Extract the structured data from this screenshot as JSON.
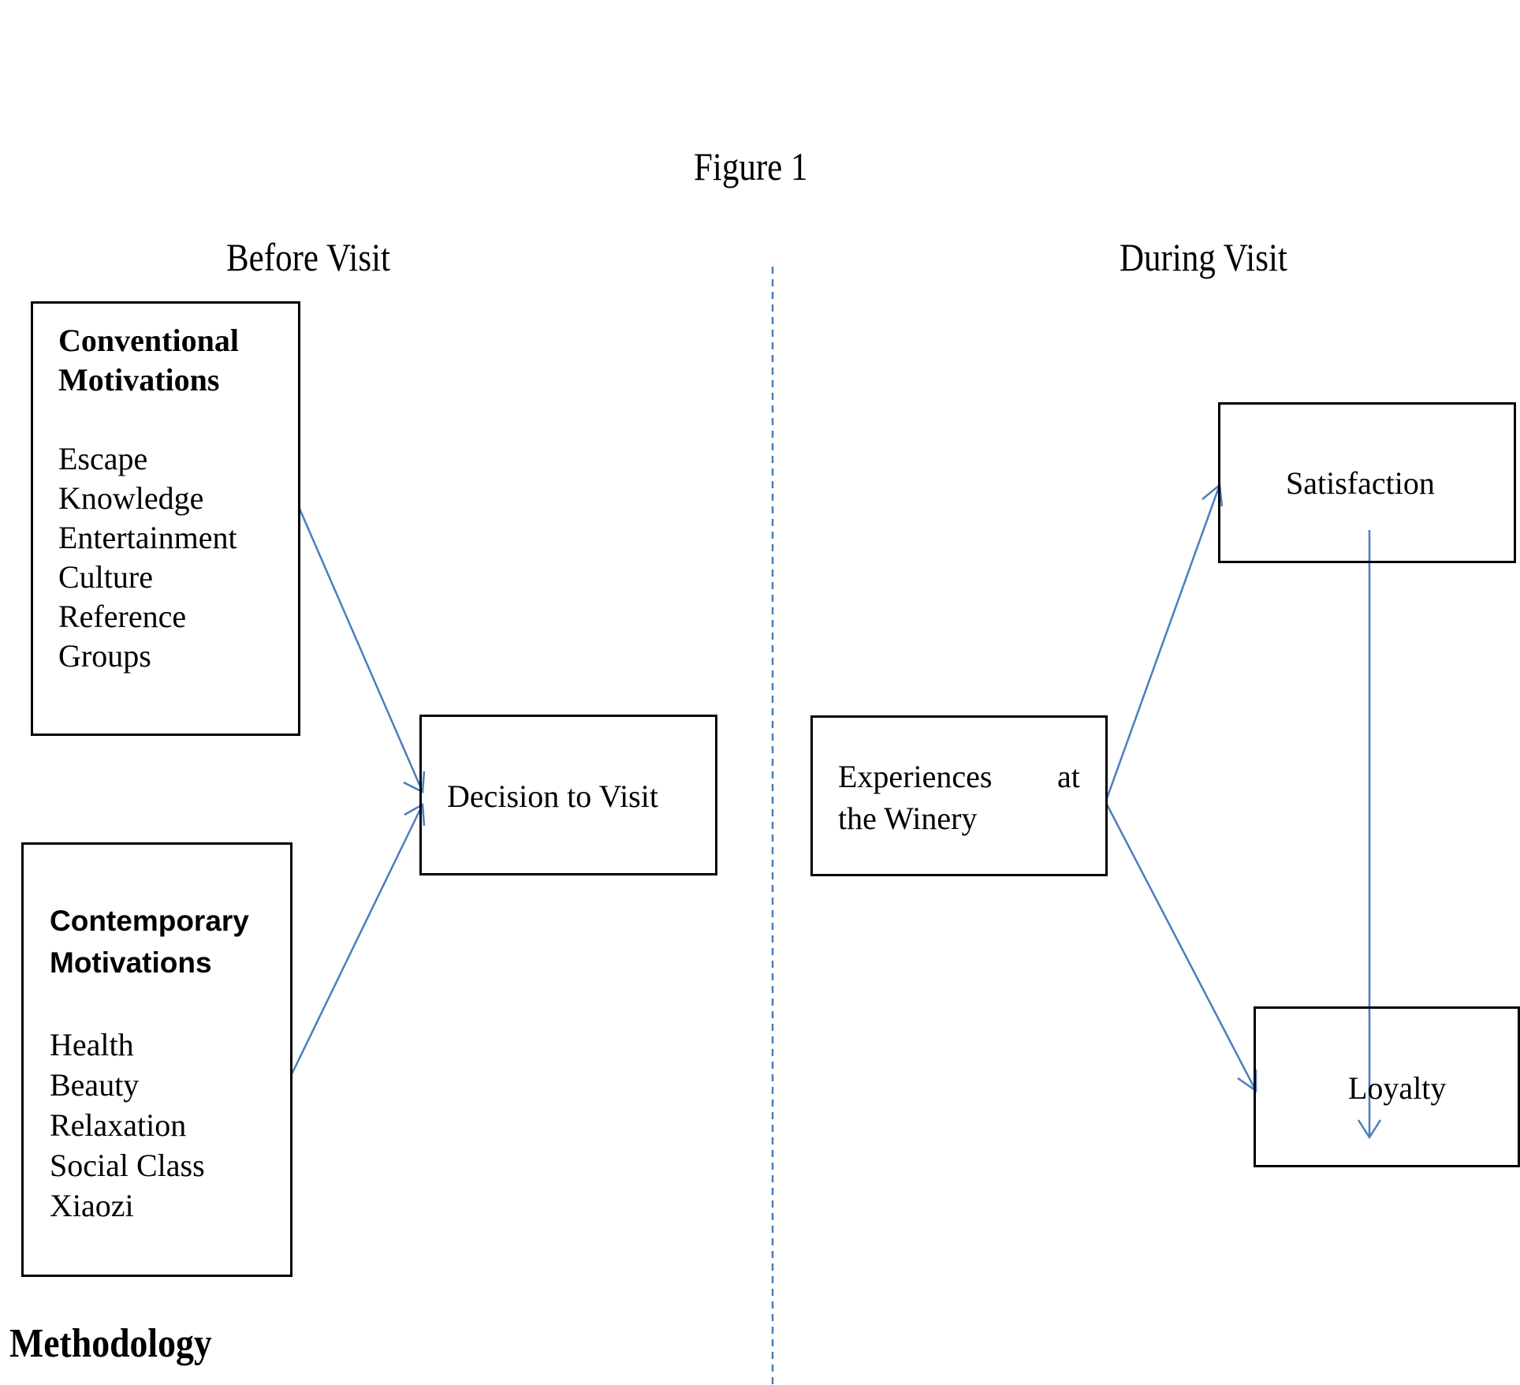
{
  "figure": {
    "title": "Figure 1",
    "before_heading": "Before Visit",
    "during_heading": "During Visit"
  },
  "conventional": {
    "title_line1": "Conventional",
    "title_line2": "Motivations",
    "items": [
      "Escape",
      "Knowledge",
      "Entertainment",
      "Culture",
      "Reference",
      "Groups"
    ]
  },
  "contemporary": {
    "title_line1": "Contemporary",
    "title_line2": "Motivations",
    "items": [
      "Health",
      "Beauty",
      "Relaxation",
      "Social Class",
      "Xiaozi"
    ]
  },
  "decision": {
    "label": "Decision to Visit"
  },
  "experiences": {
    "line1_word1": "Experiences",
    "line1_word2": "at",
    "line2": "the Winery"
  },
  "satisfaction": {
    "label": "Satisfaction"
  },
  "loyalty": {
    "label": "Loyalty"
  },
  "section": {
    "heading": "Methodology"
  },
  "colors": {
    "arrow": "#4a7ebb",
    "divider": "#4a7ebb",
    "box_border": "#000000"
  }
}
